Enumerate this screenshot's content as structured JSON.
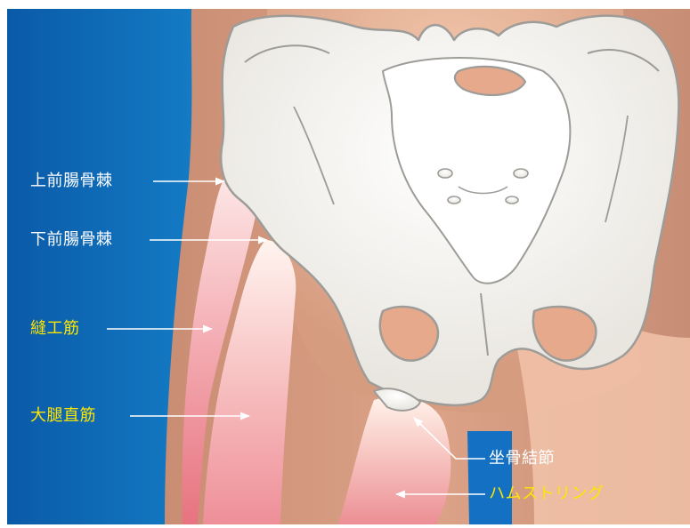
{
  "labels": {
    "asis": "上前腸骨棘",
    "aiis": "下前腸骨棘",
    "sartorius": "縫工筋",
    "rectus_femoris": "大腿直筋",
    "ischial_tuberosity": "坐骨結節",
    "hamstrings": "ハムストリング"
  },
  "colors": {
    "background_blue": "#0a64b4",
    "background_blue_light": "#1e9be0",
    "skin": "#d29a80",
    "skin_light": "#f3c7ad",
    "bone": "#eeece7",
    "bone_outline": "#9e9c98",
    "muscle": "#e87a8a",
    "muscle_light": "#fbd9dc",
    "label_white": "#ffffff",
    "label_yellow": "#ffe600"
  }
}
